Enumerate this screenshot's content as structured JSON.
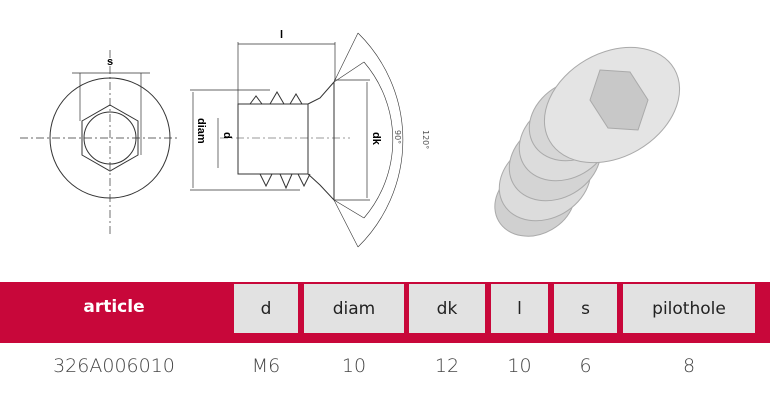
{
  "drawing": {
    "labels": {
      "s": "s",
      "l": "l",
      "diam": "diam",
      "d": "d",
      "dk": "dk",
      "angle1": "90°",
      "angle2": "120°"
    }
  },
  "table": {
    "headers": [
      "article",
      "d",
      "diam",
      "dk",
      "l",
      "s",
      "pilothole"
    ],
    "row": [
      "326A006010",
      "M6",
      "10",
      "12",
      "10",
      "6",
      "8"
    ]
  },
  "colors": {
    "accent": "#c8073a",
    "header_cell": "#e2e2e2"
  }
}
